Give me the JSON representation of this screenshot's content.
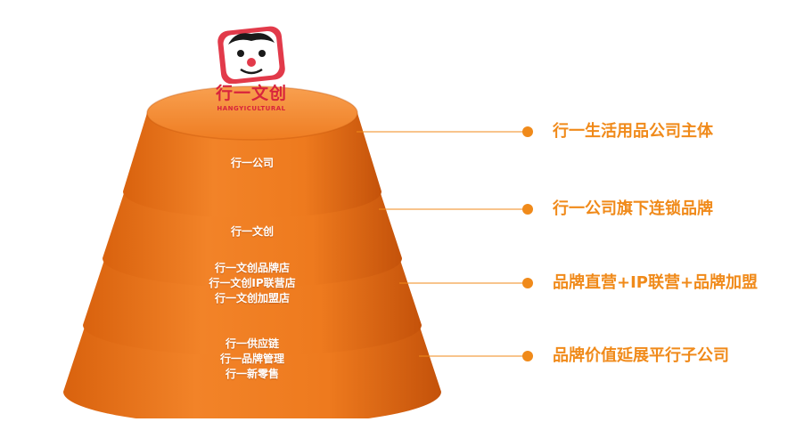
{
  "logo": {
    "name_cn": "行一文创",
    "name_en": "HANGYICULTURAL",
    "icon": "mascot-face-icon"
  },
  "tiers": [
    {
      "lines": [
        "行一公司"
      ]
    },
    {
      "lines": [
        "行一文创"
      ]
    },
    {
      "lines": [
        "行一文创品牌店",
        "行一文创IP联营店",
        "行一文创加盟店"
      ]
    },
    {
      "lines": [
        "行一供应链",
        "行一品牌管理",
        "行一新零售"
      ]
    }
  ],
  "notes": [
    {
      "text": "行一生活用品公司主体"
    },
    {
      "text": "行一公司旗下连锁品牌"
    },
    {
      "text": "品牌直营+IP联营+品牌加盟"
    },
    {
      "text": "品牌价值延展平行子公司"
    }
  ],
  "colors": {
    "tier_body": "#ee7a1e",
    "tier_body_dark": "#c9560a",
    "tier_top": "#f58a2a",
    "line": "#f08a1a",
    "dot": "#f08a1a",
    "note_text": "#f08a1a",
    "logo_red": "#d8243c"
  }
}
